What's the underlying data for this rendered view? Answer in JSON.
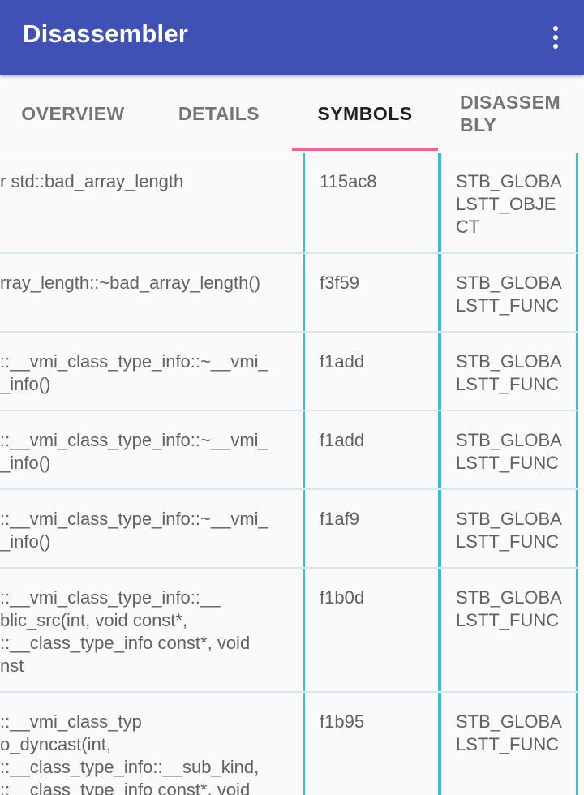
{
  "appbar": {
    "title": "Disassembler",
    "menu_icon": "more-vert-icon"
  },
  "tabs": [
    {
      "label": "OVERVIEW",
      "active": false
    },
    {
      "label": "DETAILS",
      "active": false
    },
    {
      "label": "SYMBOLS",
      "active": true
    },
    {
      "label": "DISASSEM\nBLY",
      "active": false
    }
  ],
  "symbols": [
    {
      "name": "r std::bad_array_length",
      "address": "115ac8",
      "info": "STB_GLOBA\nLSTT_OBJE\nCT"
    },
    {
      "name": "rray_length::~bad_array_length()",
      "address": "f3f59",
      "info": "STB_GLOBA\nLSTT_FUNC"
    },
    {
      "name": "::__vmi_class_type_info::~__vmi_\n_info()",
      "address": "f1add",
      "info": "STB_GLOBA\nLSTT_FUNC"
    },
    {
      "name": "::__vmi_class_type_info::~__vmi_\n_info()",
      "address": "f1add",
      "info": "STB_GLOBA\nLSTT_FUNC"
    },
    {
      "name": "::__vmi_class_type_info::~__vmi_\n_info()",
      "address": "f1af9",
      "info": "STB_GLOBA\nLSTT_FUNC"
    },
    {
      "name": "::__vmi_class_type_info::__\nblic_src(int, void const*,\n::__class_type_info const*, void\nnst",
      "address": "f1b0d",
      "info": "STB_GLOBA\nLSTT_FUNC"
    },
    {
      "name": "::__vmi_class_typ\no_dyncast(int,\n::__class_type_info::__sub_kind,\n::__class_type_info const*, void",
      "address": "f1b95",
      "info": "STB_GLOBA\nLSTT_FUNC"
    }
  ]
}
